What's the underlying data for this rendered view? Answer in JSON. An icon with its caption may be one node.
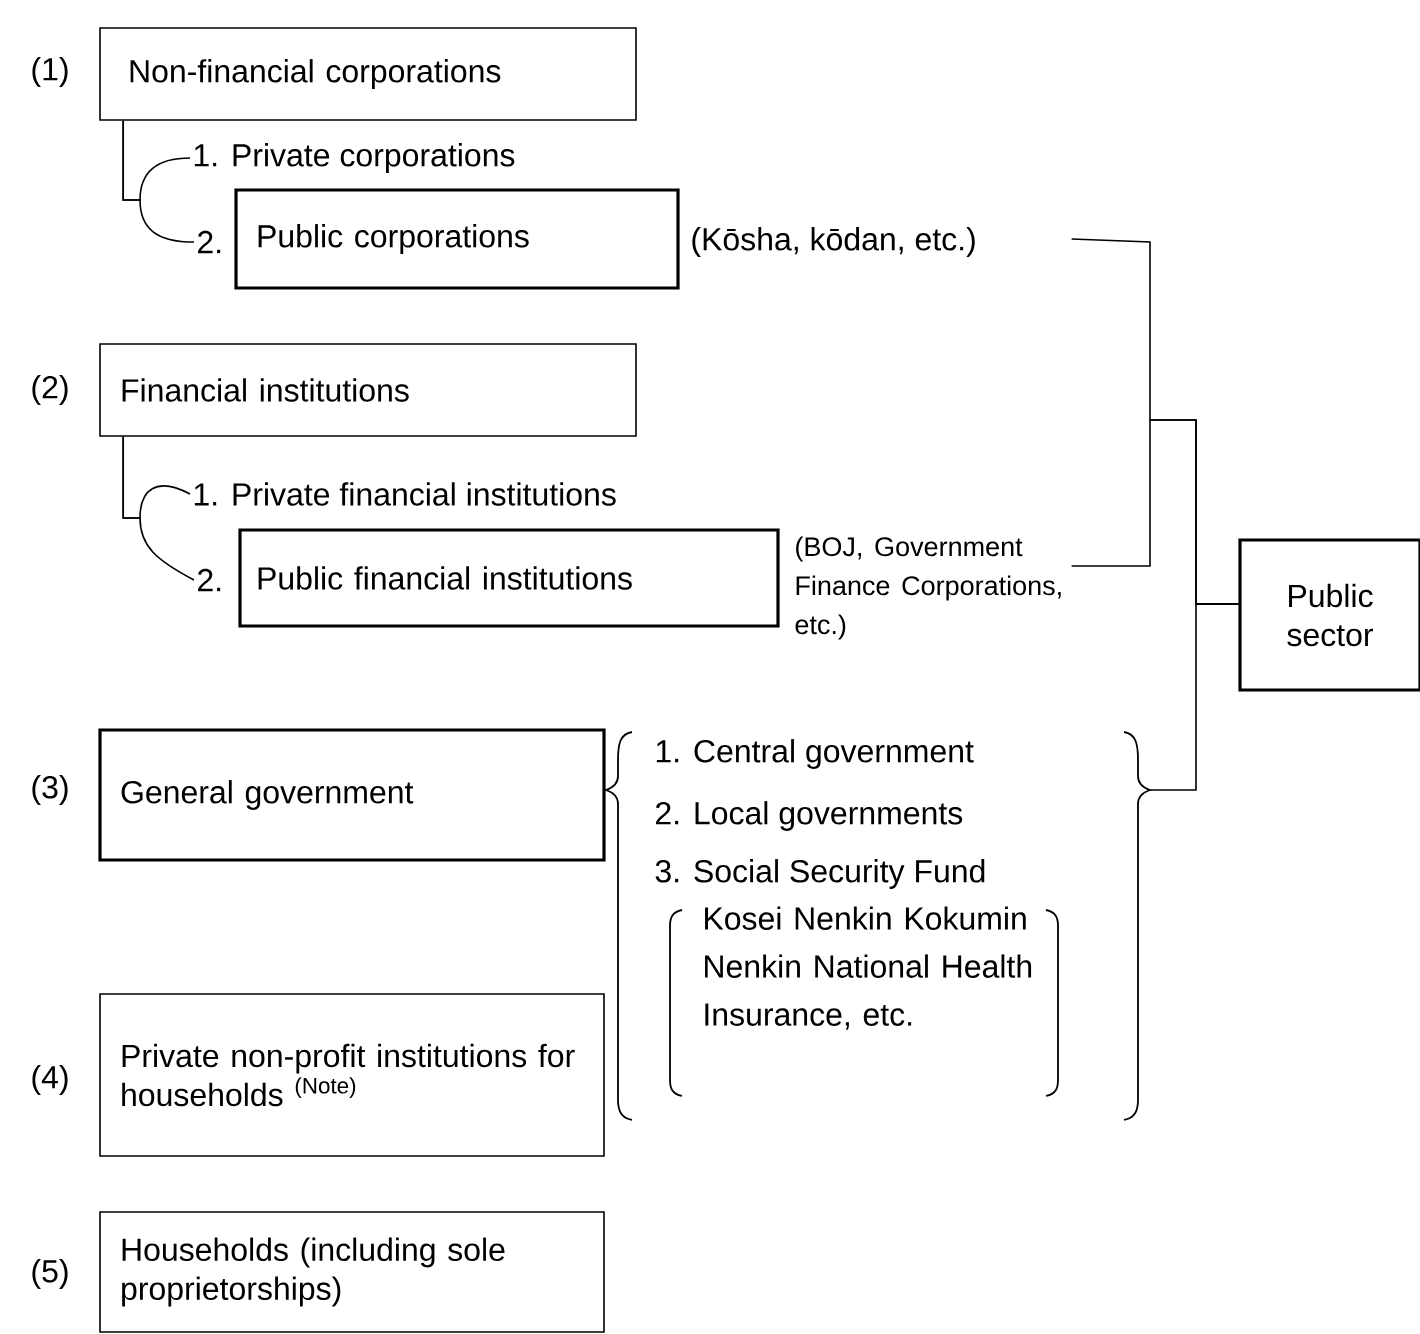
{
  "diagram": {
    "nodes": [
      {
        "text": [
          "Non-financial corporations"
        ]
      },
      {
        "text": [
          "1. Private corporations"
        ]
      },
      {
        "text": [
          "Public corporations"
        ],
        "beside": [
          "2.",
          "(Kōsha, kōdan, etc.)"
        ]
      },
      {
        "text": [
          "Financial institutions"
        ]
      },
      {
        "text": [
          "1. Private financial institutions"
        ]
      },
      {
        "text": [
          "Public financial institutions"
        ],
        "beside": [
          "2.",
          "(BOJ, Government Finance Corporations, etc.)"
        ]
      },
      {
        "text": [
          "General government"
        ]
      },
      {
        "text": [
          "1. Central government",
          "2. Local governments",
          "3. Social Security Fund",
          "Kosei Nenkin Kokumin Nenkin National Health Insurance, etc."
        ]
      },
      {
        "text": [
          "Private non-profit institutions for households $^{(Note)}$"
        ]
      },
      {
        "text": [
          "Households (including sole proprietorships)"
        ]
      },
      {
        "text": [
          "Public sector"
        ]
      }
    ],
    "edges": [
      {
        "from": 0,
        "to": 1,
        "arrow": "none"
      },
      {
        "from": 0,
        "to": 2,
        "arrow": "none"
      },
      {
        "from": 3,
        "to": 4,
        "arrow": "none"
      },
      {
        "from": 3,
        "to": 5,
        "arrow": "none"
      },
      {
        "from": 2,
        "to": 10,
        "arrow": "none"
      },
      {
        "from": 5,
        "to": 10,
        "arrow": "none"
      },
      {
        "from": 7,
        "to": 10,
        "arrow": "none"
      }
    ],
    "labels": [
      "(1)",
      "(2)",
      "(3)",
      "(4)",
      "(5)"
    ]
  }
}
